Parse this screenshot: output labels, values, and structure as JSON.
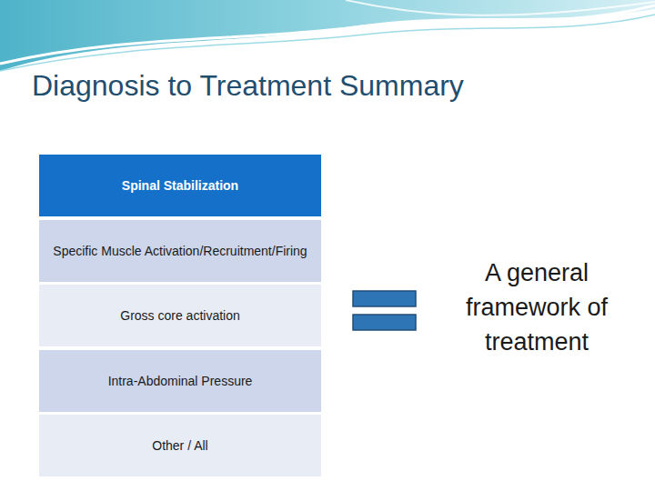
{
  "diagram": {
    "title": "Diagnosis to Treatment Summary",
    "nodes": [
      {
        "text": [
          "Spinal Stabilization"
        ]
      },
      {
        "text": [
          "Specific Muscle Activation/Recruitment/Firing"
        ]
      },
      {
        "text": [
          "Gross core activation"
        ]
      },
      {
        "text": [
          "Intra-Abdominal Pressure"
        ]
      },
      {
        "text": [
          "Other / All"
        ]
      }
    ],
    "labels": [
      "A general framework of treatment"
    ]
  }
}
